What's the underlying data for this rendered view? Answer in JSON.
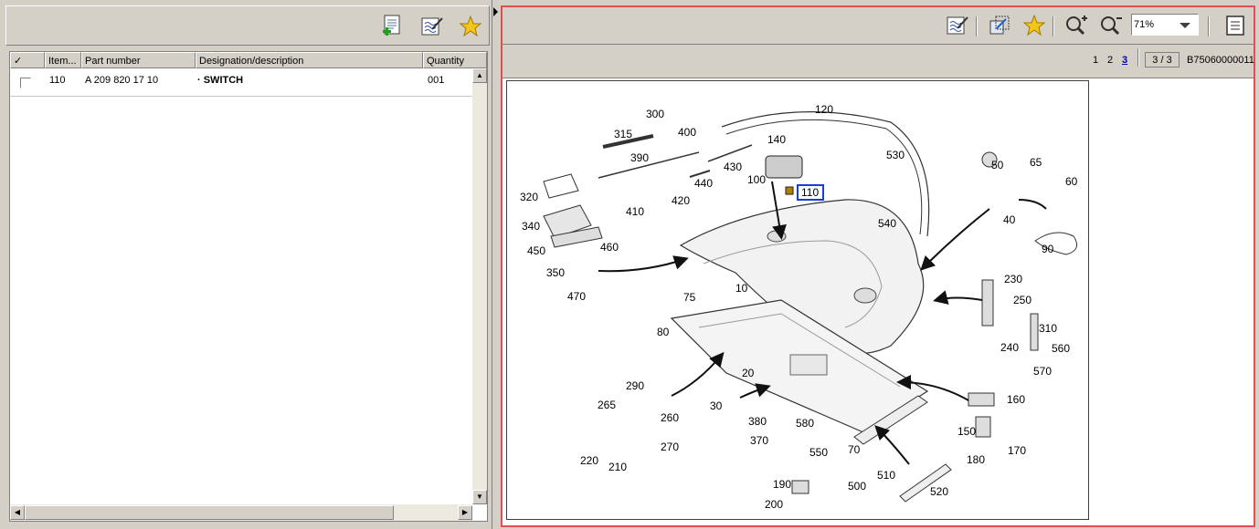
{
  "left_toolbar": {
    "icons": [
      "add-document-icon",
      "edit-notes-icon",
      "favorite-star-icon"
    ]
  },
  "parts_table": {
    "columns": [
      "✓",
      "Item...",
      "Part number",
      "Designation/description",
      "Quantity"
    ],
    "rows": [
      {
        "item": "110",
        "part_number": "A 209 820 17 10",
        "designation": "· SWITCH",
        "quantity": "001"
      }
    ]
  },
  "viewer_toolbar": {
    "icons": [
      "edit-notes-icon",
      "resize-icon",
      "favorite-star-icon",
      "zoom-in-icon",
      "zoom-out-icon",
      "page-icon"
    ],
    "zoom_value": "71%"
  },
  "pagination": {
    "pages": [
      "1",
      "2",
      "3"
    ],
    "active_page": "3",
    "page_indicator": "3 / 3",
    "document_id": "B75060000011"
  },
  "diagram": {
    "callouts": [
      "300",
      "120",
      "315",
      "400",
      "140",
      "530",
      "390",
      "430",
      "100",
      "110",
      "50",
      "65",
      "60",
      "440",
      "320",
      "410",
      "420",
      "40",
      "340",
      "540",
      "90",
      "450",
      "460",
      "350",
      "470",
      "230",
      "75",
      "10",
      "250",
      "310",
      "80",
      "240",
      "560",
      "570",
      "20",
      "290",
      "160",
      "265",
      "30",
      "380",
      "580",
      "260",
      "150",
      "170",
      "370",
      "270",
      "220",
      "550",
      "70",
      "180",
      "210",
      "510",
      "190",
      "500",
      "520",
      "200"
    ],
    "highlighted_callout": "110"
  }
}
